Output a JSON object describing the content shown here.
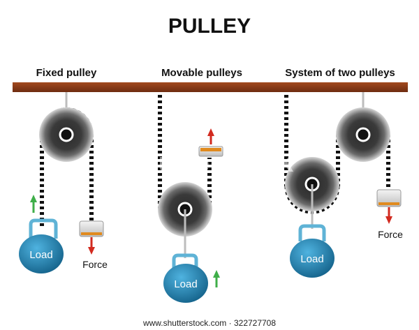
{
  "title": "PULLEY",
  "sections": {
    "fixed": {
      "label": "Fixed pulley",
      "load_label": "Load",
      "force_label": "Force"
    },
    "movable": {
      "label": "Movable pulleys",
      "load_label": "Load"
    },
    "system": {
      "label": "System of two pulleys",
      "load_label": "Load",
      "force_label": "Force"
    }
  },
  "watermark": {
    "overlay": "shutterstock",
    "footer": "www.shutterstock.com · 322727708"
  },
  "colors": {
    "ceiling": "#8a3a17",
    "load": "#1f86b5",
    "hook": "#5fb3d6",
    "up_arrow": "#3fae49",
    "force_arrow": "#d22a1f",
    "handle_bar": "#e08a1e"
  }
}
